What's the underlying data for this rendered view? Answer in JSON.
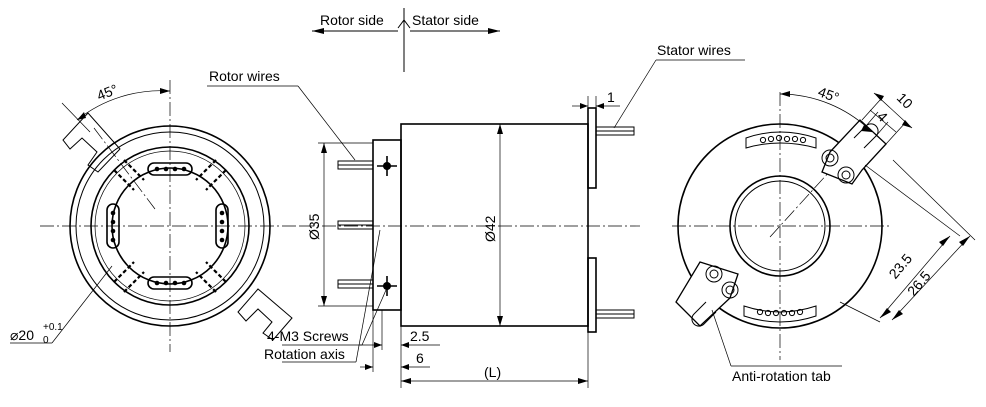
{
  "labels": {
    "rotor_side": "Rotor side",
    "stator_side": "Stator side",
    "rotor_wires": "Rotor wires",
    "stator_wires": "Stator wires",
    "angle_left": "45°",
    "angle_right": "45°",
    "dia_35": "Ø35",
    "dia_42": "Ø42",
    "dia_20_main": "⌀20",
    "dia_20_tol_upper": "+0.1",
    "dia_20_tol_lower": "0",
    "dim_1": "1",
    "dim_10": "10",
    "dim_4": "4",
    "dim_23_5": "23.5",
    "dim_26_5": "26.5",
    "dim_2_5": "2.5",
    "dim_6": "6",
    "dim_L": "(L)",
    "screws": "4-M3 Screws",
    "rotation_axis": "Rotation axis",
    "anti_rotation_tab": "Anti-rotation tab"
  }
}
